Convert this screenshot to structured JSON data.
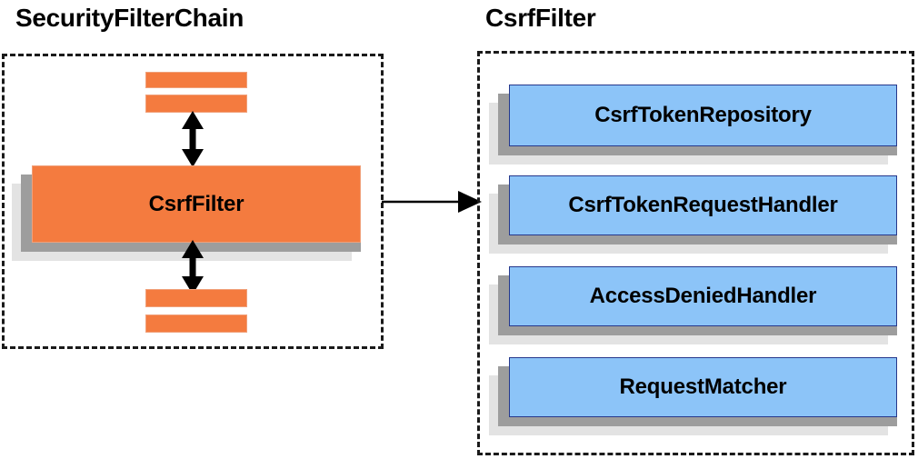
{
  "diagram": {
    "left_panel": {
      "title": "SecurityFilterChain",
      "main_block_label": "CsrfFilter",
      "strips_above": 2,
      "strips_below": 2,
      "arrow_up_name": "double-arrow-up",
      "arrow_down_name": "double-arrow-down"
    },
    "right_panel": {
      "title": "CsrfFilter",
      "components": [
        {
          "label": "CsrfTokenRepository"
        },
        {
          "label": "CsrfTokenRequestHandler"
        },
        {
          "label": "AccessDeniedHandler"
        },
        {
          "label": "RequestMatcher"
        }
      ]
    },
    "connector": {
      "name": "arrow-left-panel-to-right-panel",
      "direction": "right"
    },
    "colors": {
      "orange_fill": "#F47B3F",
      "orange_border": "#F0A07A",
      "blue_fill": "#8CC4F8",
      "blue_border": "#26388C",
      "shadow_near": "#9D9D9D",
      "shadow_far": "#E3E3E3",
      "outline": "#1A1A1A",
      "text": "#000000",
      "background": "#FFFFFF"
    }
  }
}
